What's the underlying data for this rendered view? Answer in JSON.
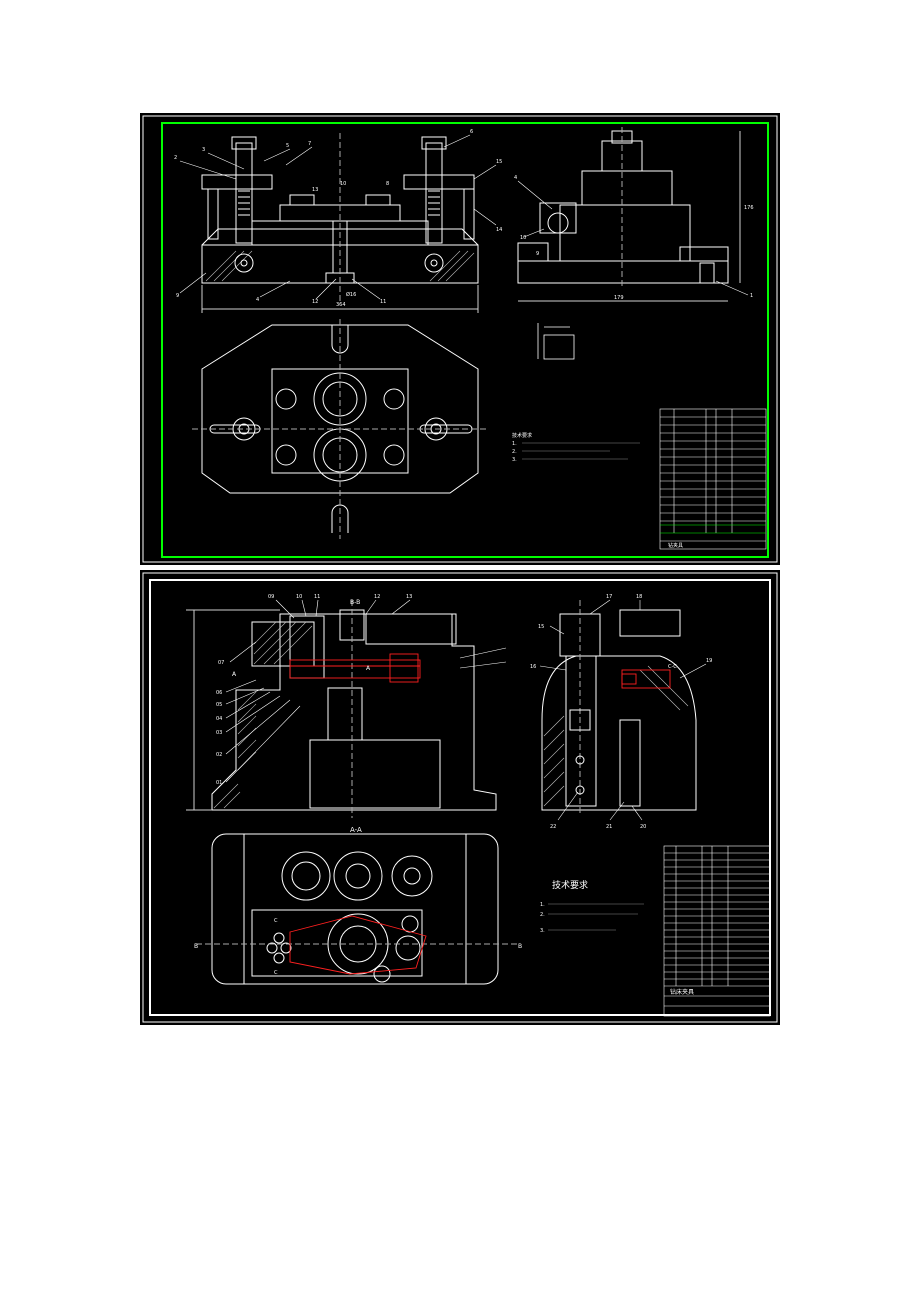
{
  "colors": {
    "background": "#000000",
    "line": "#ffffff",
    "frame_green": "#00ff00",
    "hidden_red": "#ff2020",
    "dim_line": "#d0d0d0"
  },
  "sheet1": {
    "dims": {
      "overall_width": "364",
      "overall_height": "176",
      "right_width": "179",
      "bore": "Ø16"
    },
    "balloons_left": [
      "2",
      "3",
      "5",
      "7",
      "15",
      "10",
      "8",
      "6",
      "14",
      "13",
      "4",
      "12",
      "11",
      "9"
    ],
    "balloons_right": [
      "4",
      "10",
      "9",
      "1"
    ],
    "tech_title": "技术要求",
    "tech_lines": [
      "1.",
      "2.",
      "3."
    ],
    "title_block_text": "钻夹具"
  },
  "sheet2": {
    "section_aa": "A-A",
    "section_bb": "B-B",
    "section_cc": "C-C",
    "label_a": "A",
    "label_b": "B",
    "label_c": "C",
    "balloons_left": [
      "09",
      "10",
      "11",
      "12",
      "13",
      "07",
      "06",
      "05",
      "04",
      "03",
      "02",
      "01"
    ],
    "balloons_right": [
      "15",
      "17",
      "18",
      "16",
      "19",
      "22",
      "21",
      "20"
    ],
    "tech_title": "技术要求",
    "tech_lines": [
      "1.",
      "2.",
      "3."
    ],
    "title_block_text": "钻床夹具"
  }
}
